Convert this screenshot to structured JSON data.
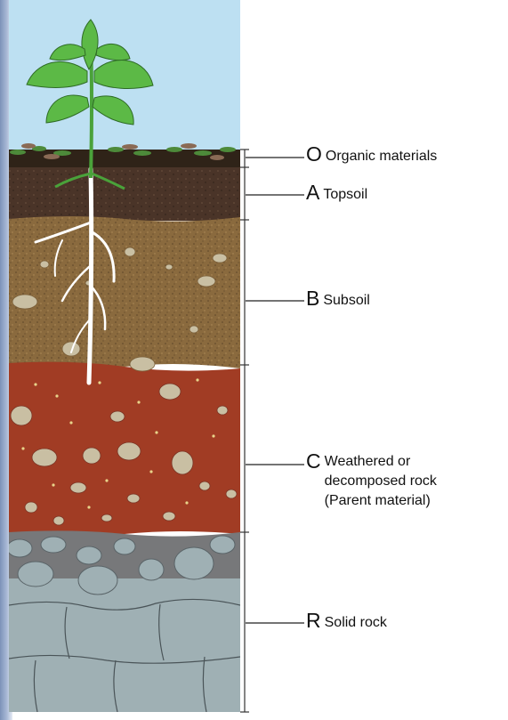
{
  "diagram": {
    "type": "soil-profile",
    "colors": {
      "sky": "#bde0f2",
      "organic": "#2f2318",
      "topsoil": "#4a3428",
      "subsoil": "#8a6a3e",
      "parent_material": "#a13c24",
      "rock_transition": "#77787a",
      "solid_rock": "#9fb0b4",
      "plant": "#4aa23a",
      "root": "#ffffff",
      "pebble": "#c9bfa3"
    },
    "horizons": [
      {
        "letter": "O",
        "lines": [
          "Organic materials"
        ]
      },
      {
        "letter": "A",
        "lines": [
          "Topsoil"
        ]
      },
      {
        "letter": "B",
        "lines": [
          "Subsoil"
        ]
      },
      {
        "letter": "C",
        "lines": [
          "Weathered or",
          "decomposed rock",
          "(Parent material)"
        ]
      },
      {
        "letter": "R",
        "lines": [
          "Solid rock"
        ]
      }
    ]
  }
}
